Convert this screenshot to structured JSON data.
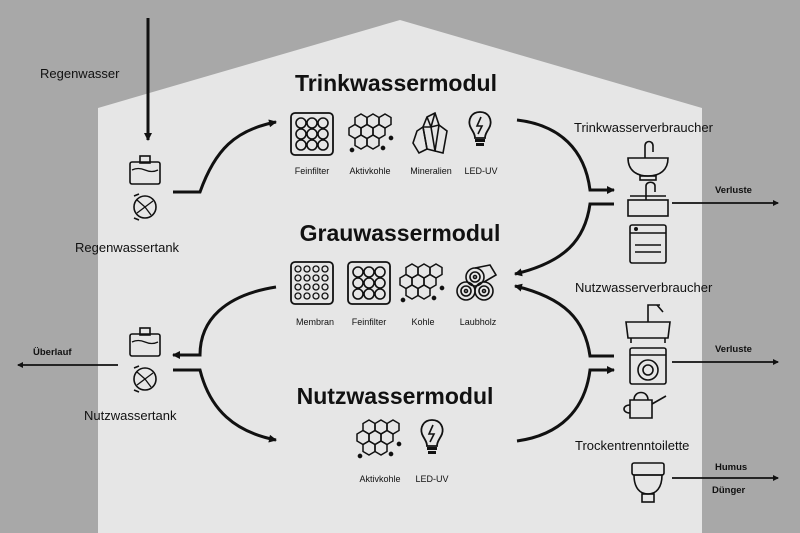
{
  "sources": {
    "rainwater": "Regenwasser"
  },
  "tanks": {
    "rain_tank": "Regenwassertank",
    "service_tank": "Nutzwassertank"
  },
  "modules": {
    "drinking": {
      "title": "Trinkwassermodul",
      "items": [
        "Feinfilter",
        "Aktivkohle",
        "Mineralien",
        "LED-UV"
      ]
    },
    "grey": {
      "title": "Grauwassermodul",
      "items": [
        "Membran",
        "Feinfilter",
        "Kohle",
        "Laubholz"
      ]
    },
    "service": {
      "title": "Nutzwassermodul",
      "items": [
        "Aktivkohle",
        "LED-UV"
      ]
    }
  },
  "consumers": {
    "drinking": "Trinkwasserverbraucher",
    "service": "Nutzwasserverbraucher",
    "toilet": "Trockentrenntoilette"
  },
  "outputs": {
    "overflow": "Überlauf",
    "losses": "Verluste",
    "humus": "Humus",
    "fertilizer": "Dünger"
  },
  "colors": {
    "background": "#a8a8a8",
    "house": "#e6e6e6",
    "ink": "#111111"
  }
}
